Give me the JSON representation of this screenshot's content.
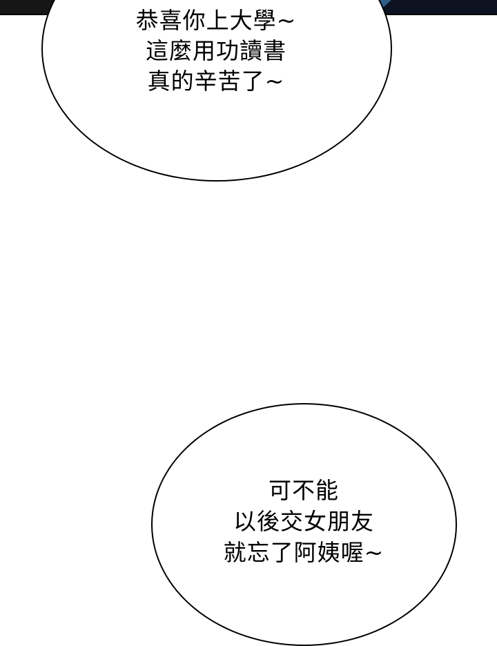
{
  "panel": {
    "top_band": {
      "left_color": "#161616",
      "right_color": "#0d1220",
      "accent_color": "#2f5f86"
    }
  },
  "bubbles": [
    {
      "lines": [
        "恭喜你上大學~",
        "這麼用功讀書",
        "真的辛苦了~"
      ]
    },
    {
      "lines": [
        "可不能",
        "以後交女朋友",
        "就忘了阿姨喔~"
      ]
    }
  ]
}
